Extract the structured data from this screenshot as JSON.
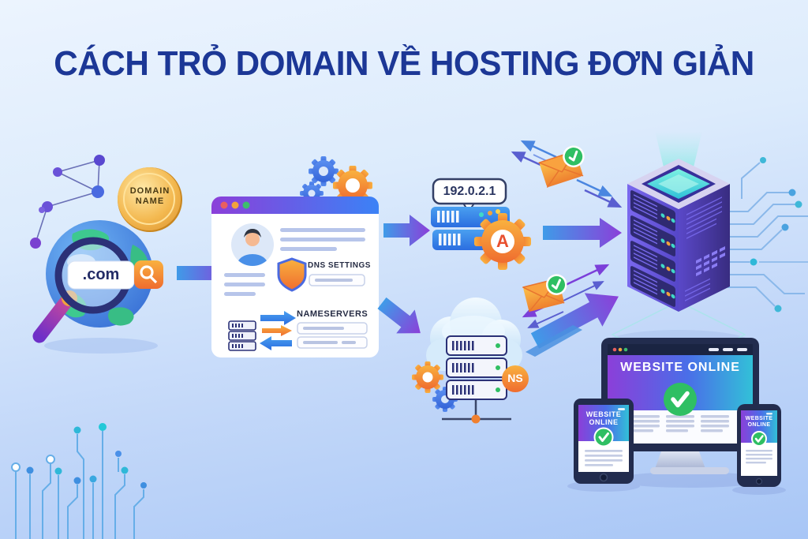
{
  "title": "CÁCH TRỎ DOMAIN VỀ HOSTING ĐƠN GIẢN",
  "left": {
    "coin_line1": "DOMAIN",
    "coin_line2": "NAME",
    "search_value": ".com",
    "search_icon": "magnifier",
    "globe_icon": "globe",
    "network_icon": "node-constellation"
  },
  "browser": {
    "dns_settings_label": "DNS SETTINGS",
    "nameservers_label": "NAMESERVERS",
    "avatar_icon": "user-avatar",
    "shield_icon": "security-shield",
    "gear_icons": "settings-gears",
    "window_dots": [
      "red",
      "orange",
      "green"
    ]
  },
  "dns_records": {
    "ip_address": "192.0.2.1",
    "a_label": "A",
    "ns_label": "NS",
    "server_icon": "server-stack",
    "cloud_icon": "cloud-hosting",
    "mail_icon": "envelope-delivered"
  },
  "hosting": {
    "tower_icon": "isometric-server-tower",
    "circuit_icon": "circuit-traces"
  },
  "devices": {
    "monitor_status": "WEBSITE ONLINE",
    "tablet_line1": "WEBSITE",
    "tablet_line2": "ONLINE",
    "phone_line1": "WEBSITE",
    "phone_line2": "ONLINE",
    "check_icon": "green-checkmark"
  },
  "colors": {
    "title": "#1c3796",
    "arrow_blue": "#4a8ee8",
    "arrow_purple": "#8b3fd9",
    "accent_orange": "#f0802f",
    "success_green": "#2fbf63",
    "navy_frame": "#222c4e",
    "background_top": "#ecf4fe",
    "background_bottom": "#a8c6f6"
  }
}
